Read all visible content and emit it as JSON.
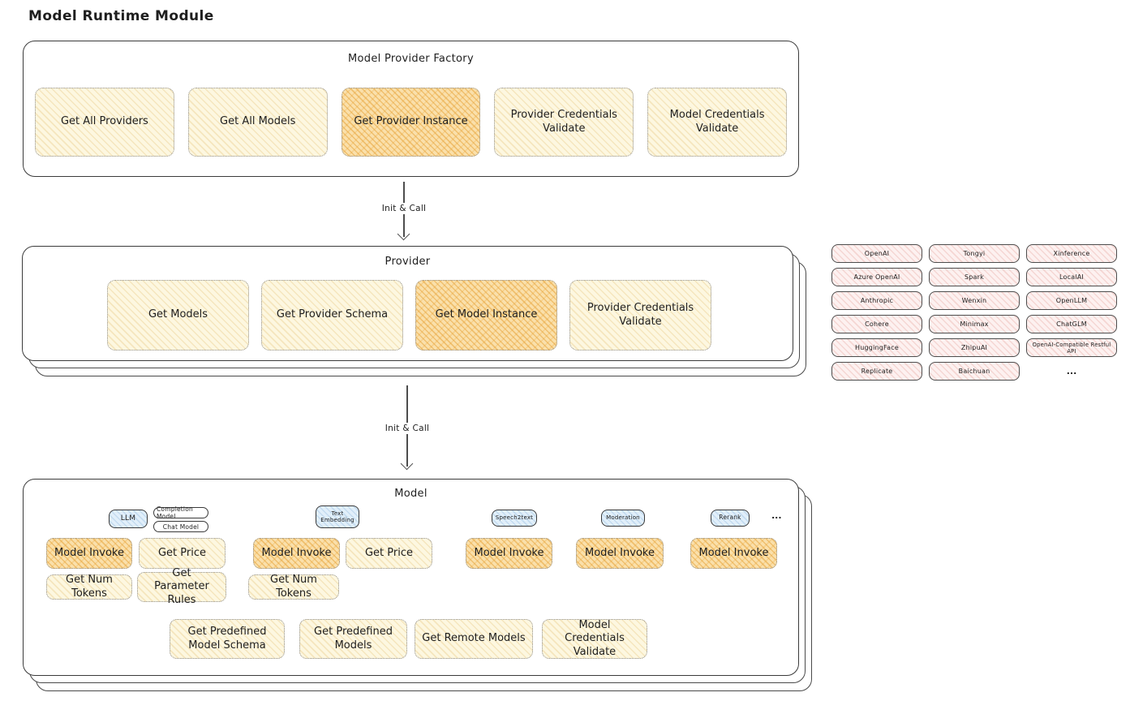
{
  "page_title": "Model Runtime Module",
  "colors": {
    "stroke_dark": "#3b3b3b",
    "highlight_orange": "#f6c66d",
    "light_yellow": "#fdf6dd",
    "provider_pink": "#fbeae9",
    "tag_blue": "#dcedf9"
  },
  "factory": {
    "title": "Model Provider Factory",
    "buttons": [
      {
        "label": "Get All Providers",
        "highlighted": false
      },
      {
        "label": "Get All Models",
        "highlighted": false
      },
      {
        "label": "Get Provider Instance",
        "highlighted": true
      },
      {
        "label": "Provider Credentials Validate",
        "highlighted": false
      },
      {
        "label": "Model Credentials Validate",
        "highlighted": false
      }
    ]
  },
  "arrows": {
    "factory_to_provider": {
      "label": "Init & Call"
    },
    "provider_to_model": {
      "label": "Init & Call"
    }
  },
  "provider": {
    "title": "Provider",
    "buttons": [
      {
        "label": "Get Models",
        "highlighted": false
      },
      {
        "label": "Get Provider Schema",
        "highlighted": false
      },
      {
        "label": "Get Model Instance",
        "highlighted": true
      },
      {
        "label": "Provider Credentials Validate",
        "highlighted": false
      }
    ]
  },
  "provider_list": {
    "rows": [
      [
        "OpenAI",
        "Tongyi",
        "Xinference"
      ],
      [
        "Azure OpenAI",
        "Spark",
        "LocalAI"
      ],
      [
        "Anthropic",
        "Wenxin",
        "OpenLLM"
      ],
      [
        "Cohere",
        "Minimax",
        "ChatGLM"
      ],
      [
        "HuggingFace",
        "ZhipuAI",
        "OpenAI-Compatible Restful API"
      ],
      [
        "Replicate",
        "Baichuan",
        "..."
      ]
    ]
  },
  "model": {
    "title": "Model",
    "groups": {
      "llm": {
        "tag": "LLM",
        "subtags": [
          "Completion Model",
          "Chat Model"
        ],
        "buttons": [
          {
            "label": "Model Invoke",
            "highlighted": true
          },
          {
            "label": "Get Price",
            "highlighted": false
          },
          {
            "label": "Get Num Tokens",
            "highlighted": false
          },
          {
            "label": "Get Parameter Rules",
            "highlighted": false
          }
        ]
      },
      "text_embedding": {
        "tag": "Text Embedding",
        "buttons": [
          {
            "label": "Model Invoke",
            "highlighted": true
          },
          {
            "label": "Get Price",
            "highlighted": false
          },
          {
            "label": "Get Num Tokens",
            "highlighted": false
          }
        ]
      },
      "speech2text": {
        "tag": "Speech2text",
        "buttons": [
          {
            "label": "Model Invoke",
            "highlighted": true
          }
        ]
      },
      "moderation": {
        "tag": "Moderation",
        "buttons": [
          {
            "label": "Model Invoke",
            "highlighted": true
          }
        ]
      },
      "rerank": {
        "tag": "Rerank",
        "buttons": [
          {
            "label": "Model Invoke",
            "highlighted": true
          }
        ]
      }
    },
    "more_tags_ellipsis": "...",
    "shared_buttons": [
      "Get Predefined Model Schema",
      "Get Predefined Models",
      "Get Remote Models",
      "Model Credentials Validate"
    ]
  }
}
